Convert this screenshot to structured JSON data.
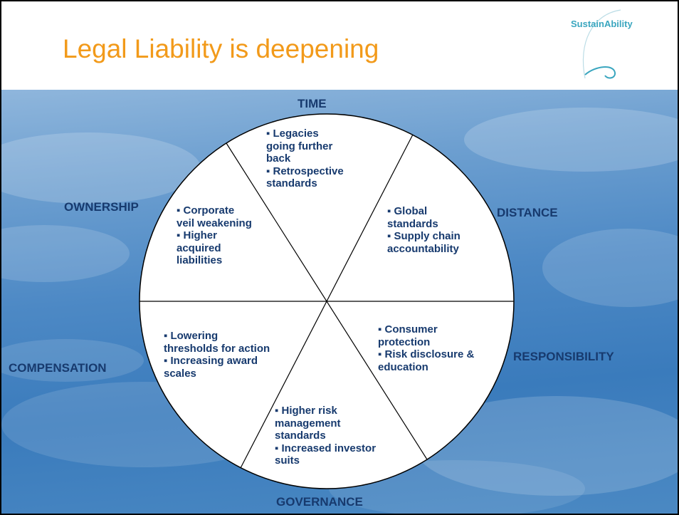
{
  "slide": {
    "title": "Legal Liability is deepening",
    "logo_text": "SustainAbility"
  },
  "dimensions": {
    "time": {
      "label": "TIME",
      "bullets": [
        "▪ Legacies",
        "going further",
        "back",
        "▪ Retrospective",
        "standards"
      ]
    },
    "distance": {
      "label": "DISTANCE",
      "bullets": [
        "▪ Global",
        "standards",
        "▪ Supply chain",
        "accountability"
      ]
    },
    "responsibility": {
      "label": "RESPONSIBILITY",
      "bullets": [
        "▪ Consumer",
        "protection",
        "▪ Risk disclosure &",
        "education"
      ]
    },
    "governance": {
      "label": "GOVERNANCE",
      "bullets": [
        "▪ Higher risk",
        "management",
        "standards",
        "▪ Increased investor",
        "suits"
      ]
    },
    "compensation": {
      "label": "COMPENSATION",
      "bullets": [
        "▪ Lowering",
        "thresholds for action",
        "▪ Increasing award",
        "scales"
      ]
    },
    "ownership": {
      "label": "OWNERSHIP",
      "bullets": [
        "▪ Corporate",
        "veil weakening",
        "▪ Higher",
        "acquired",
        "liabilities"
      ]
    }
  },
  "colors": {
    "title": "#f29a1a",
    "label": "#173a6e",
    "logo": "#3aa6bf"
  }
}
